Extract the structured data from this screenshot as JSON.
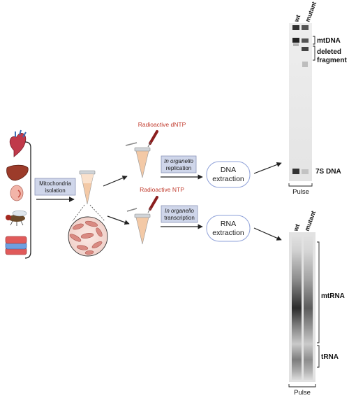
{
  "isolation_box": {
    "line1": "Mitochondria",
    "line2": "isolation"
  },
  "top_branch": {
    "reagent": "Radioactive dNTP",
    "process_line1": "In organello",
    "process_line2": "replication",
    "extraction_line1": "DNA",
    "extraction_line2": "extraction"
  },
  "bottom_branch": {
    "reagent": "Radioactive NTP",
    "process_line1": "In organello",
    "process_line2": "transcription",
    "extraction_line1": "RNA",
    "extraction_line2": "extraction"
  },
  "dna_gel": {
    "lanes": [
      "wt",
      "mutant"
    ],
    "bands": {
      "mtdna": "mtDNA",
      "deleted_line1": "deleted",
      "deleted_line2": "fragment",
      "seven_s": "7S DNA"
    },
    "footer": "Pulse"
  },
  "rna_gel": {
    "lanes": [
      "wt",
      "mutant"
    ],
    "bands": {
      "mtrna": "mtRNA",
      "trna": "tRNA"
    },
    "footer": "Pulse"
  },
  "colors": {
    "box_fill": "#cfd6ea",
    "box_stroke": "#8a94b8",
    "pill_stroke": "#8ea0d8",
    "reagent_red": "#c0392b",
    "tube_fill": "#f3c9a6"
  },
  "icons": [
    "heart-icon",
    "liver-icon",
    "kidney-icon",
    "fly-icon",
    "cell-culture-icon"
  ]
}
